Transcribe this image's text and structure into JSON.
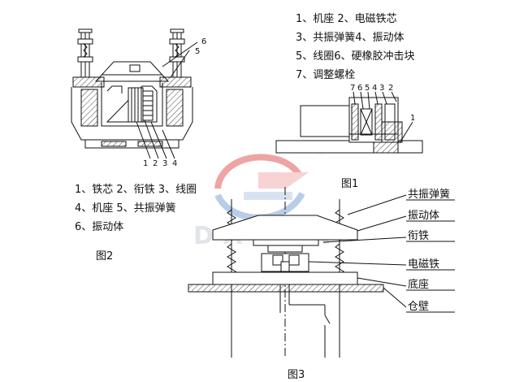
{
  "legend1": {
    "line1": "1、机座  2、电磁铁芯",
    "line2": "3、共振弹簧4、振动体",
    "line3": "5、线圈6、硬橡胶冲击块",
    "line4": "7、调整螺栓"
  },
  "legend2": {
    "line1": "1、铁芯 2、衔铁 3、线圈",
    "line2": "4、机座  5、共振弹簧",
    "line3": "6、振动体"
  },
  "figures": {
    "fig1": "图1",
    "fig2": "图2",
    "fig3": "图3"
  },
  "fig1_numbers": [
    "7",
    "6",
    "5",
    "4",
    "3",
    "2",
    "1"
  ],
  "fig2_numbers": [
    "1",
    "2",
    "3",
    "4",
    "5",
    "6"
  ],
  "fig3_callouts": [
    "共振弹簧",
    "振动体",
    "衔铁",
    "电磁铁",
    "底座",
    "仓壁"
  ],
  "watermark": {
    "text": "DAHAN",
    "reg": "®"
  },
  "colors": {
    "line": "#111111",
    "hatch": "#555555",
    "wm_red": "#e25a5a",
    "wm_blue": "#7fa6d6",
    "wm_gray": "#c9ced6"
  }
}
